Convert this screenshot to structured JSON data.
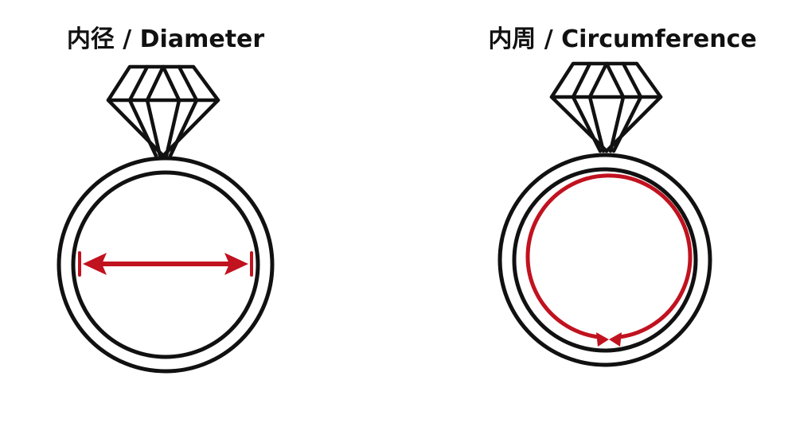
{
  "panels": [
    {
      "id": "diameter",
      "title": "内径 / Diameter"
    },
    {
      "id": "circumference",
      "title": "内周 / Circumference"
    }
  ],
  "colors": {
    "ink": "#111111",
    "accent": "#c1121f",
    "background": "#ffffff"
  },
  "icons": {
    "ring": "diamond-ring-icon",
    "diameter_marker": "double-headed-arrow-icon",
    "circumference_marker": "circular-arrow-icon"
  }
}
